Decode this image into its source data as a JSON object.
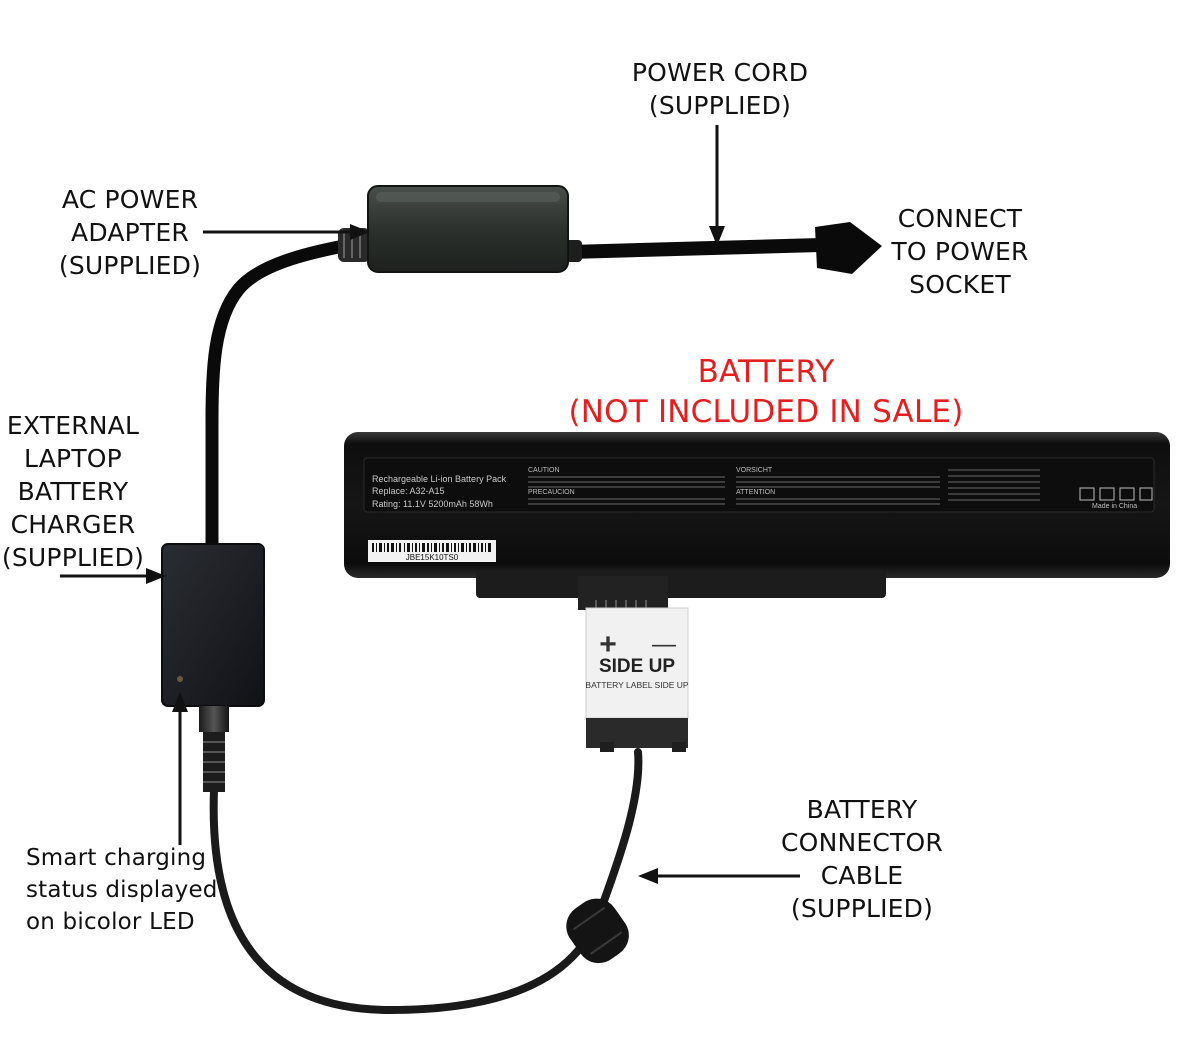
{
  "labels": {
    "power_cord": [
      "POWER CORD",
      "(SUPPLIED)"
    ],
    "ac_adapter": [
      "AC POWER",
      "ADAPTER",
      "(SUPPLIED)"
    ],
    "connect_socket": [
      "CONNECT",
      "TO POWER",
      "SOCKET"
    ],
    "battery": [
      "BATTERY",
      "(NOT INCLUDED IN SALE)"
    ],
    "charger": [
      "EXTERNAL",
      "LAPTOP",
      "BATTERY",
      "CHARGER",
      "(SUPPLIED)"
    ],
    "led_note": [
      "Smart charging",
      "status displayed",
      "on bicolor LED"
    ],
    "connector_cable": [
      "BATTERY",
      "CONNECTOR",
      "CABLE",
      "(SUPPLIED)"
    ]
  },
  "battery_label": {
    "title": "Rechargeable Li-ion Battery Pack",
    "replace": "Replace: A32-A15",
    "rating": "Rating: 11.1V  5200mAh  58Wh",
    "serial": "JBE15K10TS0",
    "caution": "CAUTION",
    "precaution": "PRECAUCION",
    "vorsicht": "VORSICHT",
    "attention": "ATTENTION",
    "made_in": "Made in China"
  },
  "connector_label": {
    "plus": "+",
    "minus": "—",
    "side_up": "SIDE UP",
    "hint": "BATTERY LABEL SIDE UP"
  },
  "colors": {
    "label_text": "#111111",
    "battery_note": "#e41f1f",
    "cable": "#0a0a0a",
    "battery_body": "#1a1a1a",
    "adapter_body": "#2b2f2c",
    "charger_body": "#1f2126"
  }
}
